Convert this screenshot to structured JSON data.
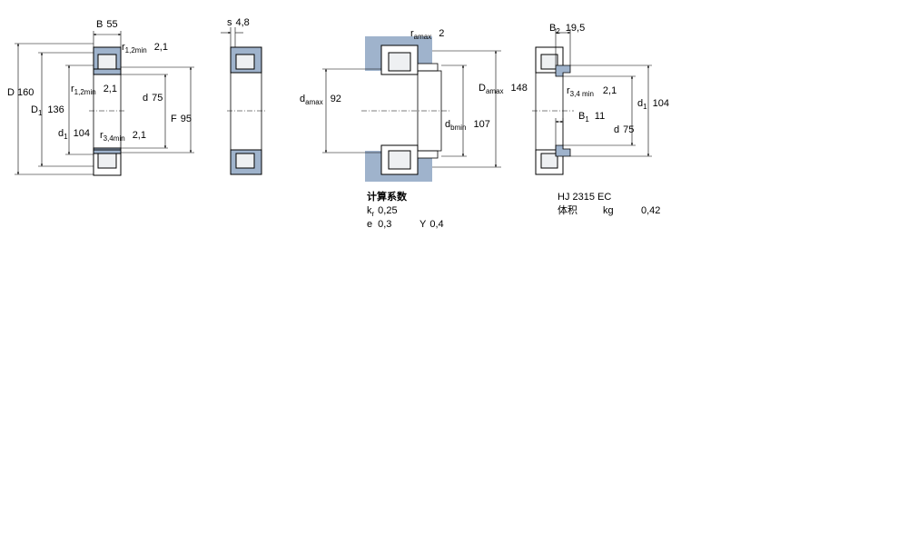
{
  "view1": {
    "B_label": "B",
    "B_value": "55",
    "r12_label": "r",
    "r12_sub": "1,2min",
    "r12_value": "2,1",
    "r12b_label": "r",
    "r12b_sub": "1,2min",
    "r12b_value": "2,1",
    "D_label": "D",
    "D_value": "160",
    "D1_label": "D",
    "D1_sub": "1",
    "D1_value": "136",
    "d_label": "d",
    "d_value": "75",
    "F_label": "F",
    "F_value": "95",
    "d1_label": "d",
    "d1_sub": "1",
    "d1_value": "104",
    "r34_label": "r",
    "r34_sub": "3,4min",
    "r34_value": "2,1"
  },
  "view2": {
    "s_label": "s",
    "s_value": "4,8"
  },
  "view3": {
    "ramax_label": "r",
    "ramax_sub": "amax",
    "ramax_value": "2",
    "damax_label": "d",
    "damax_sub": "amax",
    "damax_value": "92",
    "Damax_label": "D",
    "Damax_sub": "amax",
    "Damax_value": "148",
    "dbmin_label": "d",
    "dbmin_sub": "bmin",
    "dbmin_value": "107"
  },
  "calc": {
    "title": "计算系数",
    "kr_label": "k",
    "kr_sub": "r",
    "kr_value": "0,25",
    "e_label": "e",
    "e_value": "0,3",
    "Y_label": "Y",
    "Y_value": "0,4"
  },
  "view4": {
    "B2_label": "B",
    "B2_sub": "2",
    "B2_value": "19,5",
    "r34_label": "r",
    "r34_sub": "3,4 min",
    "r34_value": "2,1",
    "d1_label": "d",
    "d1_sub": "1",
    "d1_value": "104",
    "B1_label": "B",
    "B1_sub": "1",
    "B1_value": "11",
    "d_label": "d",
    "d_value": "75"
  },
  "ring": {
    "designation": "HJ 2315 EC",
    "vol_label": "体积",
    "unit": "kg",
    "vol_value": "0,42"
  },
  "colors": {
    "steel": "#9fb3cc",
    "roller": "#eef0f2",
    "line": "#000000"
  }
}
